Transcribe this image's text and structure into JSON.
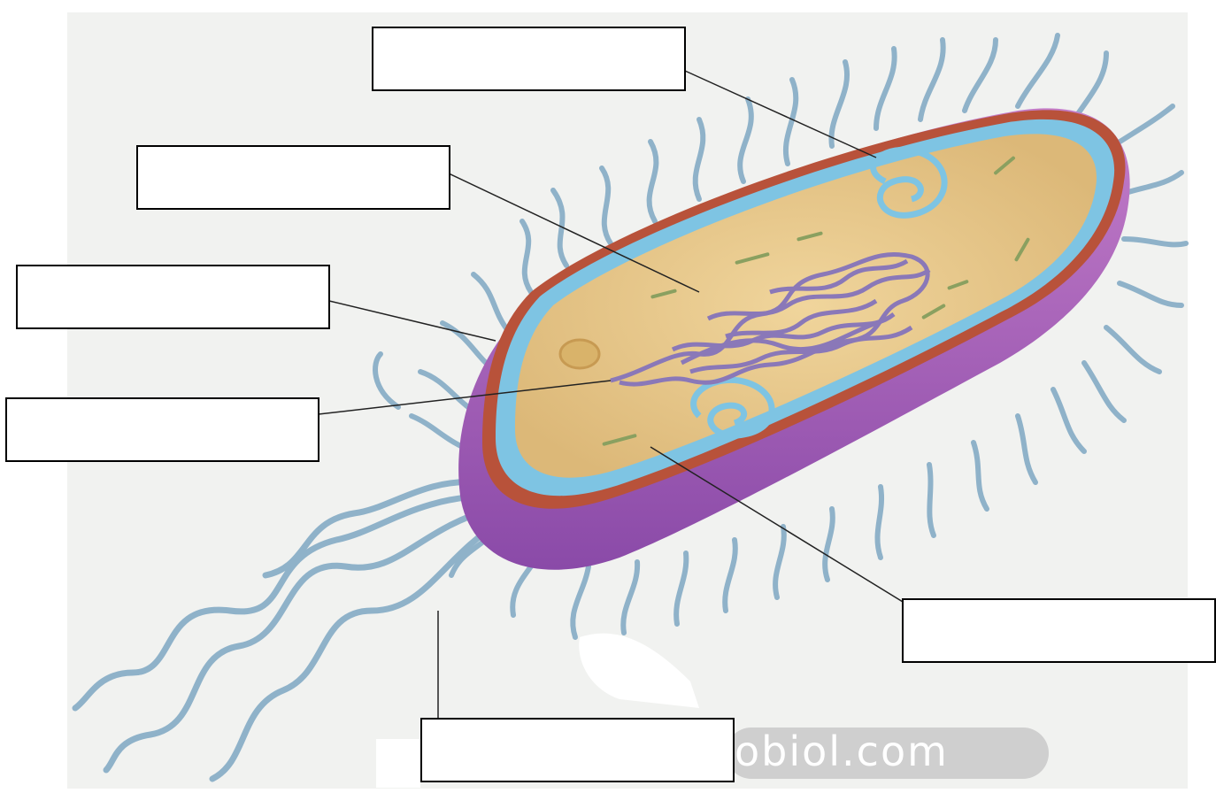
{
  "labels": [
    {
      "id": "label-1",
      "text": ""
    },
    {
      "id": "label-2",
      "text": ""
    },
    {
      "id": "label-3",
      "text": ""
    },
    {
      "id": "label-4",
      "text": ""
    },
    {
      "id": "label-5",
      "text": ""
    },
    {
      "id": "label-6",
      "text": ""
    }
  ],
  "watermark": "obiol.com",
  "colors": {
    "cytoplasm": "#e8c98a",
    "membrane": "#7ec4e3",
    "cell_wall": "#b8523a",
    "capsule": "#a567c0",
    "pili": "#8fb2c9",
    "nucleoid": "#8a78b8",
    "background": "#f1f2f0"
  }
}
